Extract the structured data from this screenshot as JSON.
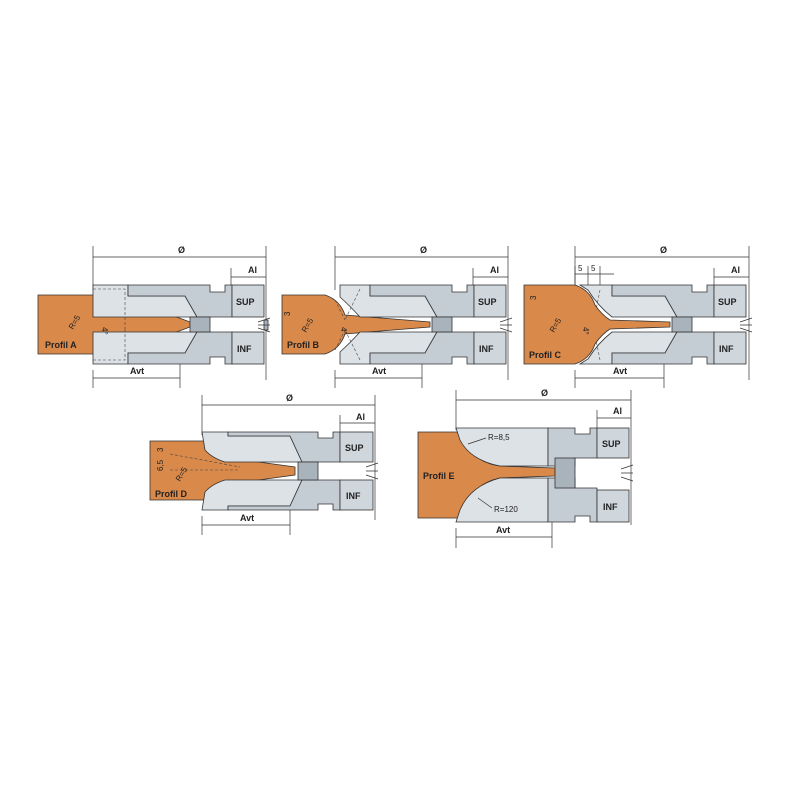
{
  "labels": {
    "diameter": "Ø",
    "al": "Al",
    "sup": "SUP",
    "inf": "INF",
    "avt": "Avt"
  },
  "profiles": [
    {
      "id": "A",
      "name": "Profil A",
      "radius": "R=5",
      "angle": "4°"
    },
    {
      "id": "B",
      "name": "Profil B",
      "radius": "R=5",
      "angle": "4°",
      "depth": "3"
    },
    {
      "id": "C",
      "name": "Profil C",
      "radius": "R=5",
      "angle": "4°",
      "depth": "3",
      "step1": "5",
      "step2": "5"
    },
    {
      "id": "D",
      "name": "Profil D",
      "radius": "R=5",
      "depth1": "6,5",
      "depth2": "3"
    },
    {
      "id": "E",
      "name": "Profil E",
      "radius_top": "R=8,5",
      "radius_bottom": "R=120"
    }
  ],
  "colors": {
    "wood": "#d9894a",
    "steel": "#c4ccd4",
    "steel_light": "#dde2e7",
    "steel_dark": "#a9b3bc"
  }
}
